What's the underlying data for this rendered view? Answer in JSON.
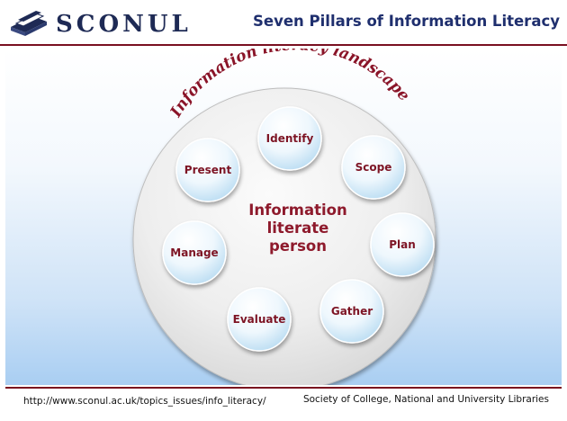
{
  "header": {
    "logo_text": "SCONUL",
    "title": "Seven Pillars of Information Literacy"
  },
  "diagram": {
    "arc_label": "Information literacy landscape",
    "center_lines": [
      "Information",
      "literate",
      "person"
    ],
    "pillars": [
      "Identify",
      "Scope",
      "Plan",
      "Gather",
      "Evaluate",
      "Manage",
      "Present"
    ]
  },
  "footer": {
    "url": "http://www.sconul.ac.uk/topics_issues/info_literacy/",
    "organization": "Society of College, National and University Libraries"
  },
  "colors": {
    "accent": "#8a1428",
    "title_blue": "#1f2f6e",
    "rule": "#7a1020"
  }
}
